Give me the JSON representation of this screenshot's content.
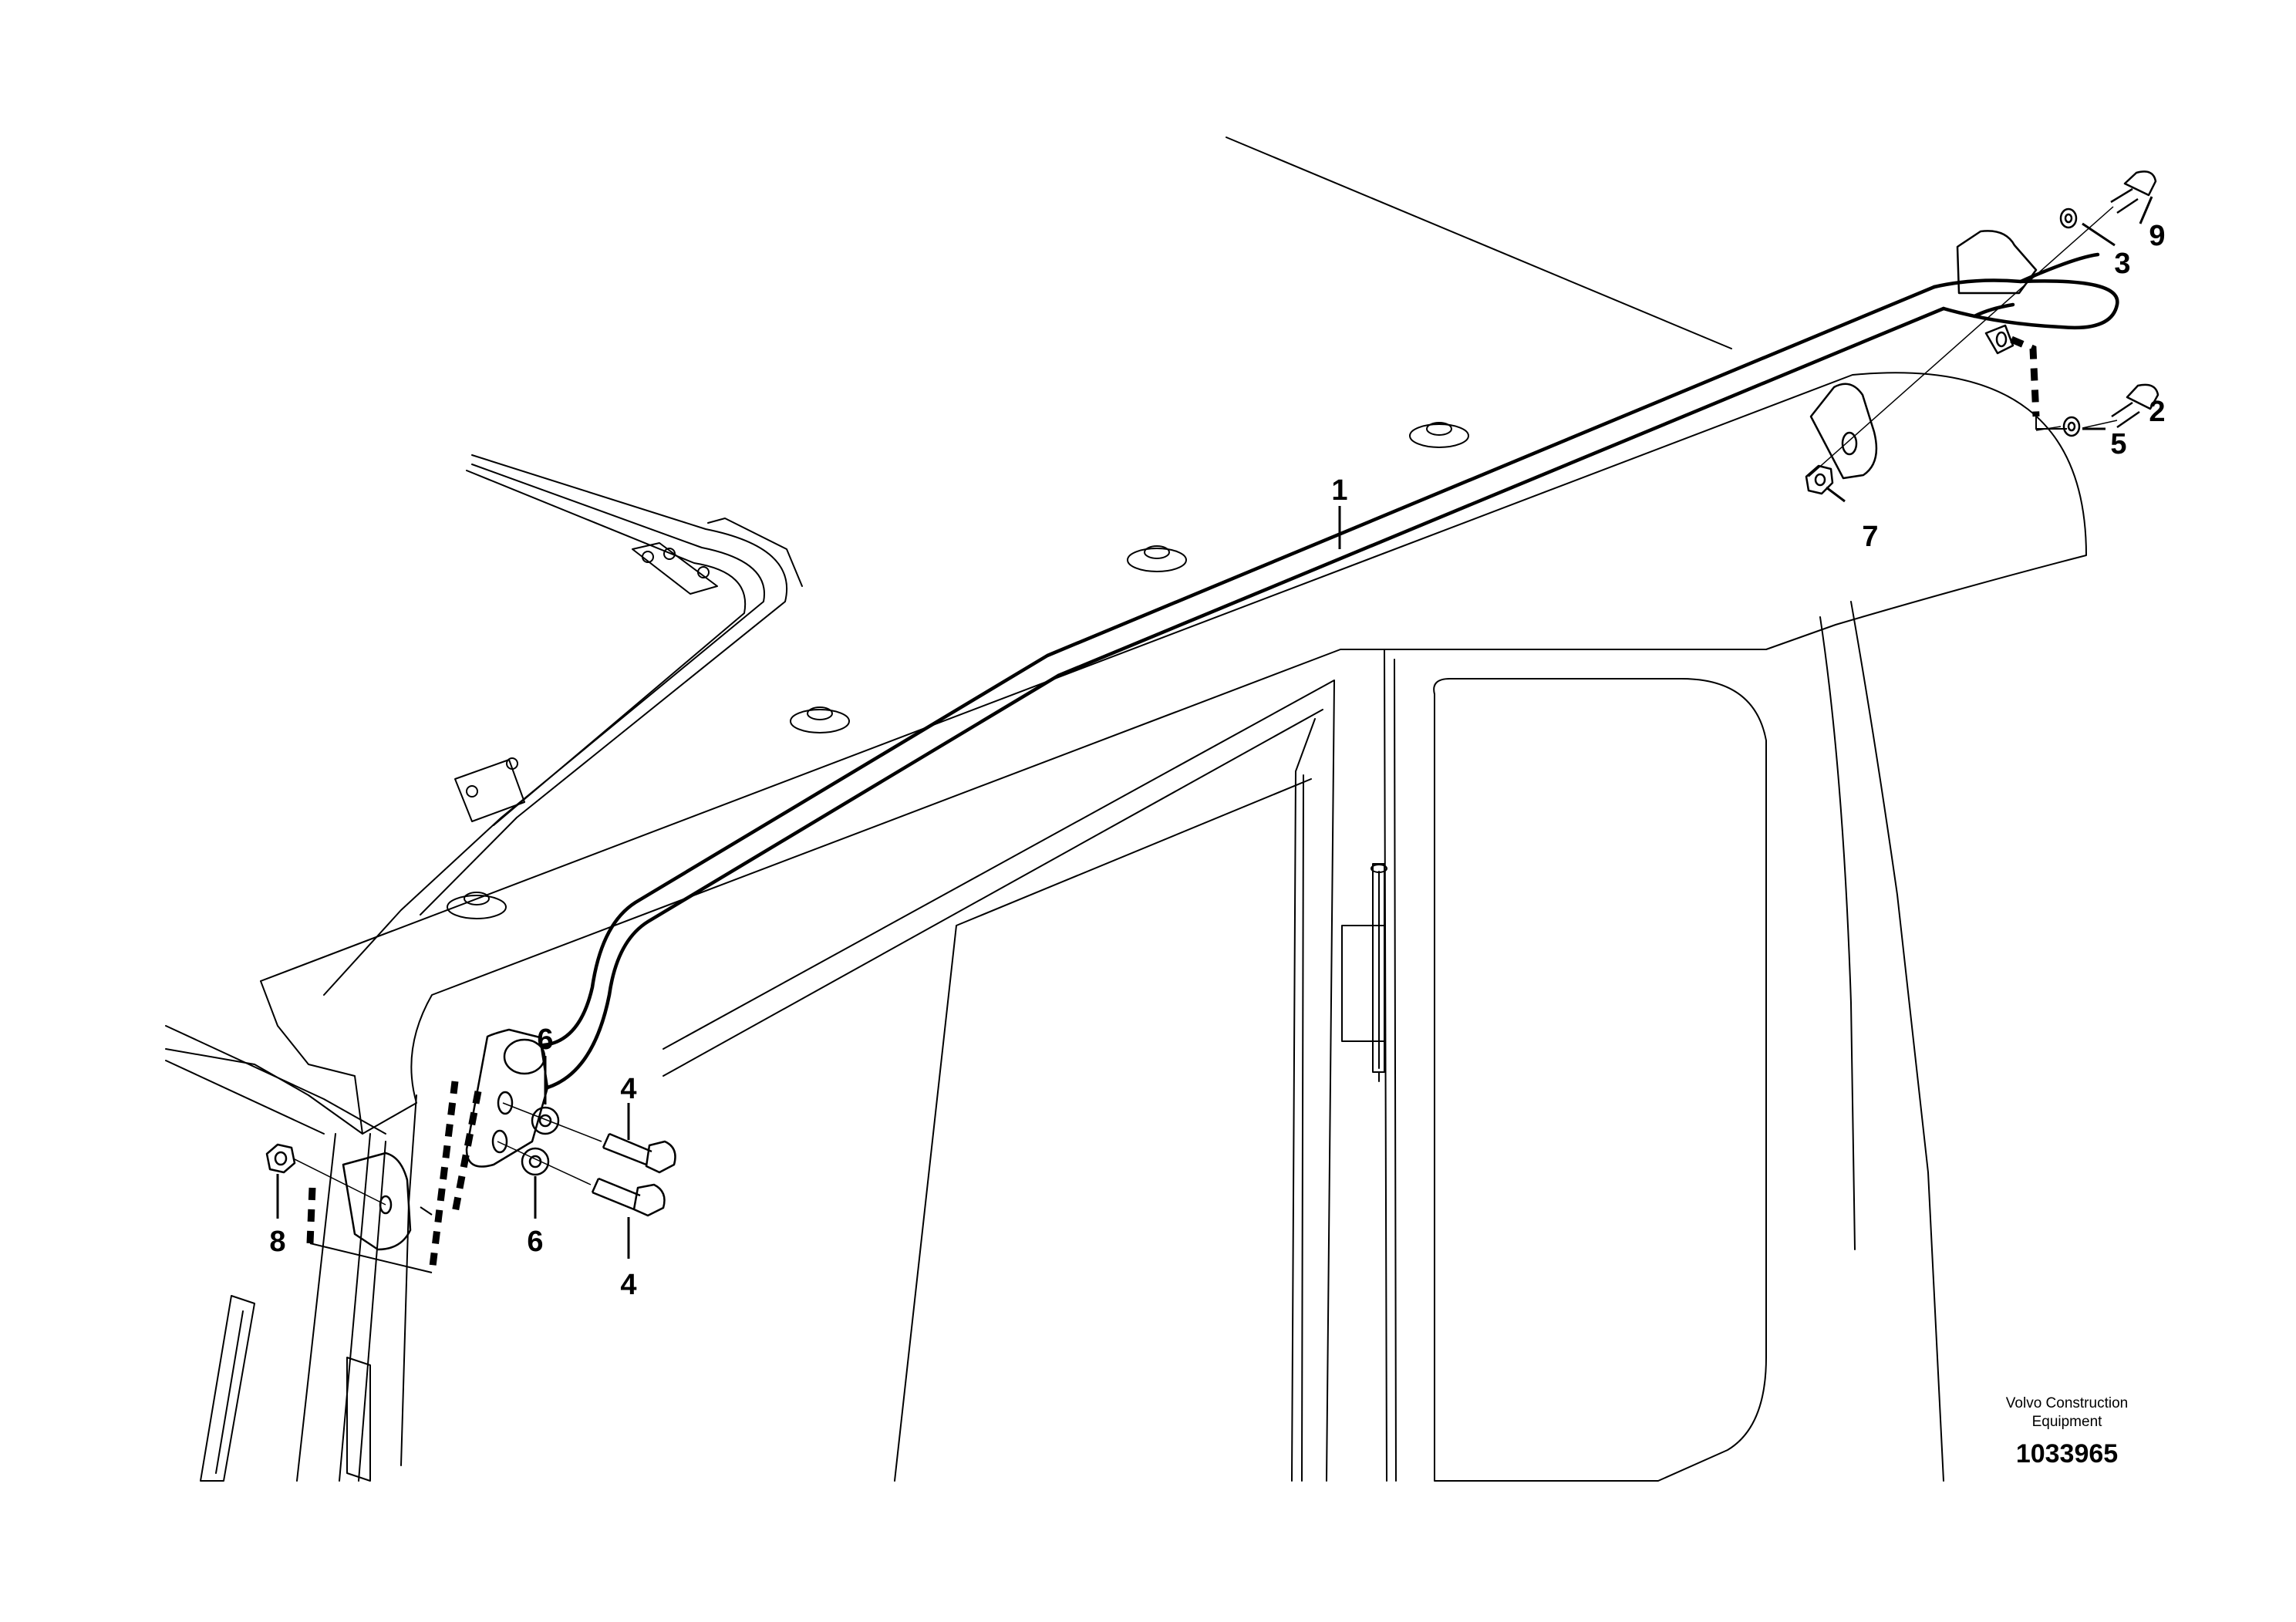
{
  "callouts": {
    "c1": "1",
    "c2": "2",
    "c3": "3",
    "c4a": "4",
    "c4b": "4",
    "c5": "5",
    "c6a": "6",
    "c6b": "6",
    "c7": "7",
    "c8": "8",
    "c9": "9"
  },
  "footer": {
    "manufacturer_line1": "Volvo Construction",
    "manufacturer_line2": "Equipment",
    "drawing_number": "1033965"
  },
  "colors": {
    "line": "#000000",
    "background": "#ffffff"
  }
}
